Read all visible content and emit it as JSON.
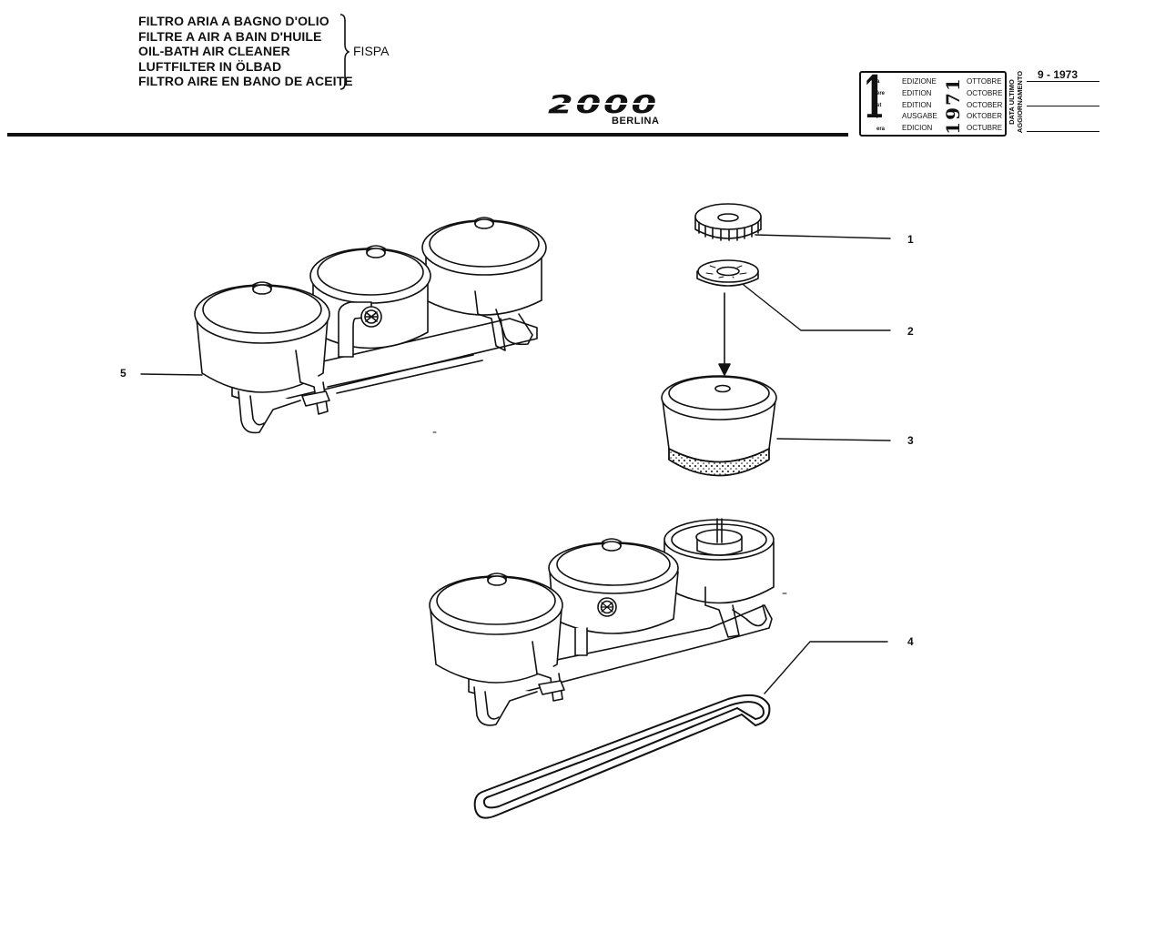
{
  "header": {
    "titles": [
      "FILTRO ARIA A BAGNO D'OLIO",
      "FILTRE A AIR A BAIN D'HUILE",
      "OIL-BATH AIR CLEANER",
      "LUFTFILTER IN ÖLBAD",
      "FILTRO AIRE EN BANO DE ACEITE"
    ],
    "manufacturer": "FISPA",
    "model": "2000",
    "model_sub": "BERLINA"
  },
  "edition_box": {
    "number": "1",
    "suffixes": [
      "a",
      "ère",
      "st",
      ".",
      "era"
    ],
    "edition_words": [
      "EDIZIONE",
      "EDITION",
      "EDITION",
      "AUSGABE",
      "EDICION"
    ],
    "year": "1971",
    "months": [
      "OTTOBRE",
      "OCTOBRE",
      "OCTOBER",
      "OKTOBER",
      "OCTUBRE"
    ],
    "update_label_1": "DATA ULTIMO",
    "update_label_2": "AGGIORNAMENTO",
    "update_date": "9 - 1973"
  },
  "callouts": {
    "c1": "1",
    "c2": "2",
    "c3": "3",
    "c4": "4",
    "c5": "5"
  }
}
